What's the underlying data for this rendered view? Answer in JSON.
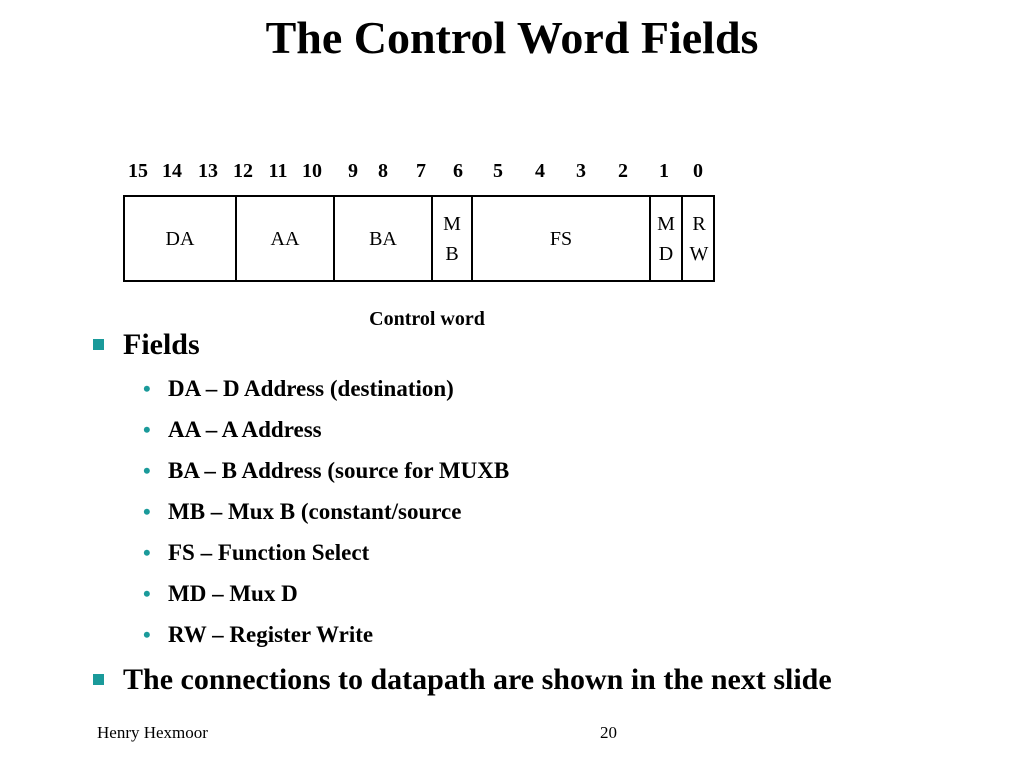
{
  "slide": {
    "title": "The Control Word Fields"
  },
  "diagram": {
    "bit_numbers": [
      "15",
      "14",
      "13",
      "12",
      "11",
      "10",
      "9",
      "8",
      "7",
      "6",
      "5",
      "4",
      "3",
      "2",
      "1",
      "0"
    ],
    "fields": [
      {
        "id": "da",
        "lines": [
          "DA"
        ]
      },
      {
        "id": "aa",
        "lines": [
          "AA"
        ]
      },
      {
        "id": "ba",
        "lines": [
          "BA"
        ]
      },
      {
        "id": "mb",
        "lines": [
          "M",
          "B"
        ]
      },
      {
        "id": "fs",
        "lines": [
          "FS"
        ]
      },
      {
        "id": "md",
        "lines": [
          "M",
          "D"
        ]
      },
      {
        "id": "rw",
        "lines": [
          "R",
          "W"
        ]
      }
    ],
    "caption": "Control word"
  },
  "bullets": {
    "fields_heading": "Fields",
    "items": [
      "DA – D Address (destination)",
      "AA – A Address",
      "BA – B Address (source for MUXB",
      "MB – Mux B (constant/source",
      "FS – Function Select",
      "MD – Mux D",
      "RW – Register Write"
    ],
    "closing": "The connections to datapath are shown in the next slide"
  },
  "footer": {
    "author": "Henry Hexmoor",
    "page_number": "20"
  },
  "colors": {
    "bullet_accent": "#1a9a9a",
    "text": "#000000",
    "background": "#ffffff"
  }
}
